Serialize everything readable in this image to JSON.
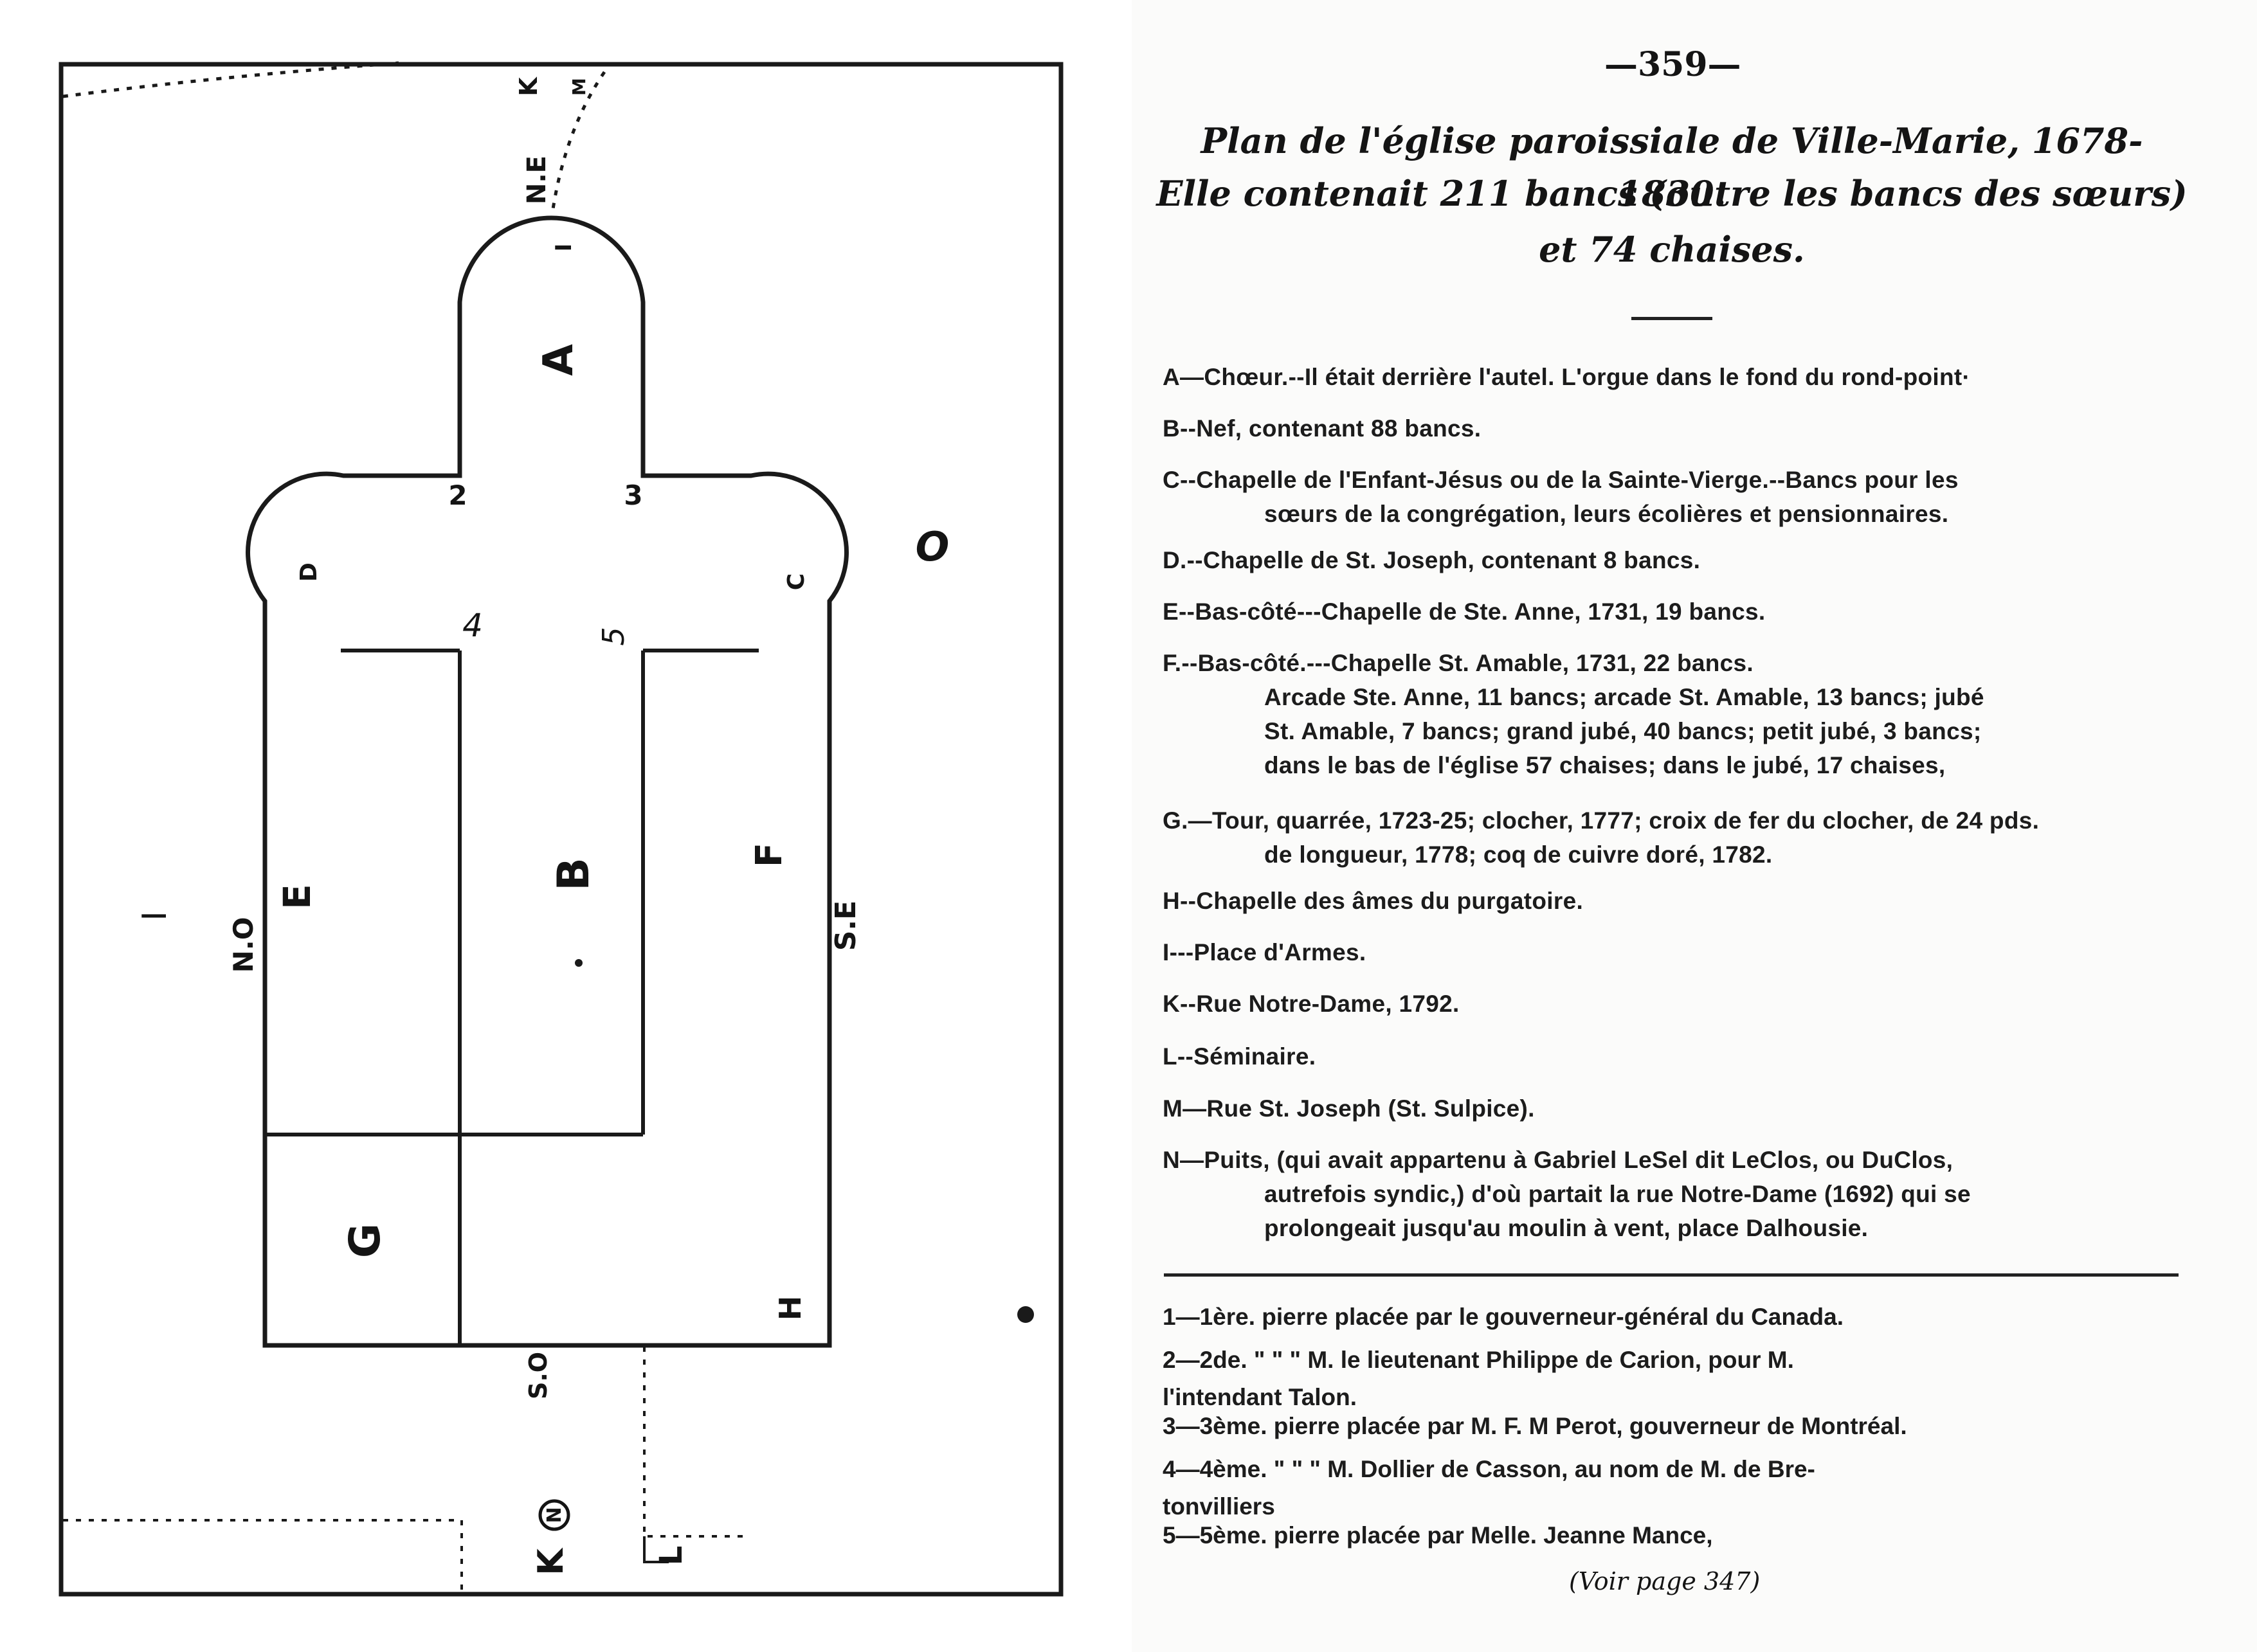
{
  "plan": {
    "labels": {
      "k_top": "K",
      "m_top": "M",
      "ne": "N.E",
      "i_top": "I",
      "a": "A",
      "two": "2",
      "three": "3",
      "d": "D",
      "c": "C",
      "o": "O",
      "four": "4",
      "five": "5",
      "i_left": "I",
      "no": "N.O",
      "e": "E",
      "b": "B",
      "f": "F",
      "se": "S.E",
      "g": "G",
      "h": "H",
      "so": "S.O",
      "kn": "K",
      "n_circled": "N",
      "l": "L"
    }
  },
  "page": {
    "number": "—359—",
    "title_lines": [
      "Plan de l'église paroissiale de Ville-Marie, 1678-1830.",
      "Elle contenait 211 bancs (outre les bancs des sœurs)",
      "et 74 chaises."
    ],
    "entries": [
      {
        "first": "A—Chœur.--Il était derrière l'autel. L'orgue dans le fond du rond-point·",
        "cont": []
      },
      {
        "first": "B--Nef, contenant 88 bancs.",
        "cont": []
      },
      {
        "first": "C--Chapelle de l'Enfant-Jésus ou de la Sainte-Vierge.--Bancs pour les",
        "cont": [
          "sœurs de la congrégation, leurs écolières et pensionnaires."
        ]
      },
      {
        "first": "D.--Chapelle de St. Joseph, contenant 8 bancs.",
        "cont": []
      },
      {
        "first": "E--Bas-côté---Chapelle de Ste. Anne, 1731, 19 bancs.",
        "cont": []
      },
      {
        "first": "F.--Bas-côté.---Chapelle St. Amable, 1731, 22 bancs.",
        "cont": [
          "Arcade Ste. Anne, 11 bancs; arcade St. Amable, 13 bancs; jubé",
          "St. Amable, 7 bancs; grand jubé, 40 bancs; petit jubé, 3 bancs;",
          "dans le bas de l'église 57 chaises; dans le jubé, 17 chaises,"
        ]
      },
      {
        "first": "G.—Tour, quarrée, 1723-25; clocher, 1777; croix de fer du clocher, de 24 pds.",
        "cont": [
          "de longueur, 1778; coq de cuivre doré, 1782."
        ]
      },
      {
        "first": "H--Chapelle des âmes du purgatoire.",
        "cont": []
      },
      {
        "first": "I---Place d'Armes.",
        "cont": []
      },
      {
        "first": "K--Rue Notre-Dame, 1792.",
        "cont": []
      },
      {
        "first": "L--Séminaire.",
        "cont": []
      },
      {
        "first": "M—Rue St. Joseph (St. Sulpice).",
        "cont": []
      },
      {
        "first": "N—Puits, (qui avait appartenu à Gabriel LeSel dit LeClos, ou DuClos,",
        "cont": [
          "autrefois syndic,) d'où partait la rue Notre-Dame (1692) qui se",
          "prolongeait jusqu'au moulin à vent, place Dalhousie."
        ]
      }
    ],
    "footnotes": [
      {
        "first": "1—1ère. pierre placée par le gouverneur-général du Canada.",
        "cont": []
      },
      {
        "first": "2—2de.      \"        \"        \" M. le lieutenant Philippe de Carion, pour M.",
        "cont": [
          "l'intendant Talon."
        ]
      },
      {
        "first": "3—3ème. pierre placée par M. F. M Perot, gouverneur de Montréal.",
        "cont": []
      },
      {
        "first": "4—4ème.      \"        \"        \" M. Dollier de Casson, au nom de M. de Bre-",
        "cont": [
          "tonvilliers"
        ]
      },
      {
        "first": "5—5ème. pierre placée par Melle. Jeanne Mance,",
        "cont": []
      }
    ],
    "voir": "(Voir page 347)"
  }
}
